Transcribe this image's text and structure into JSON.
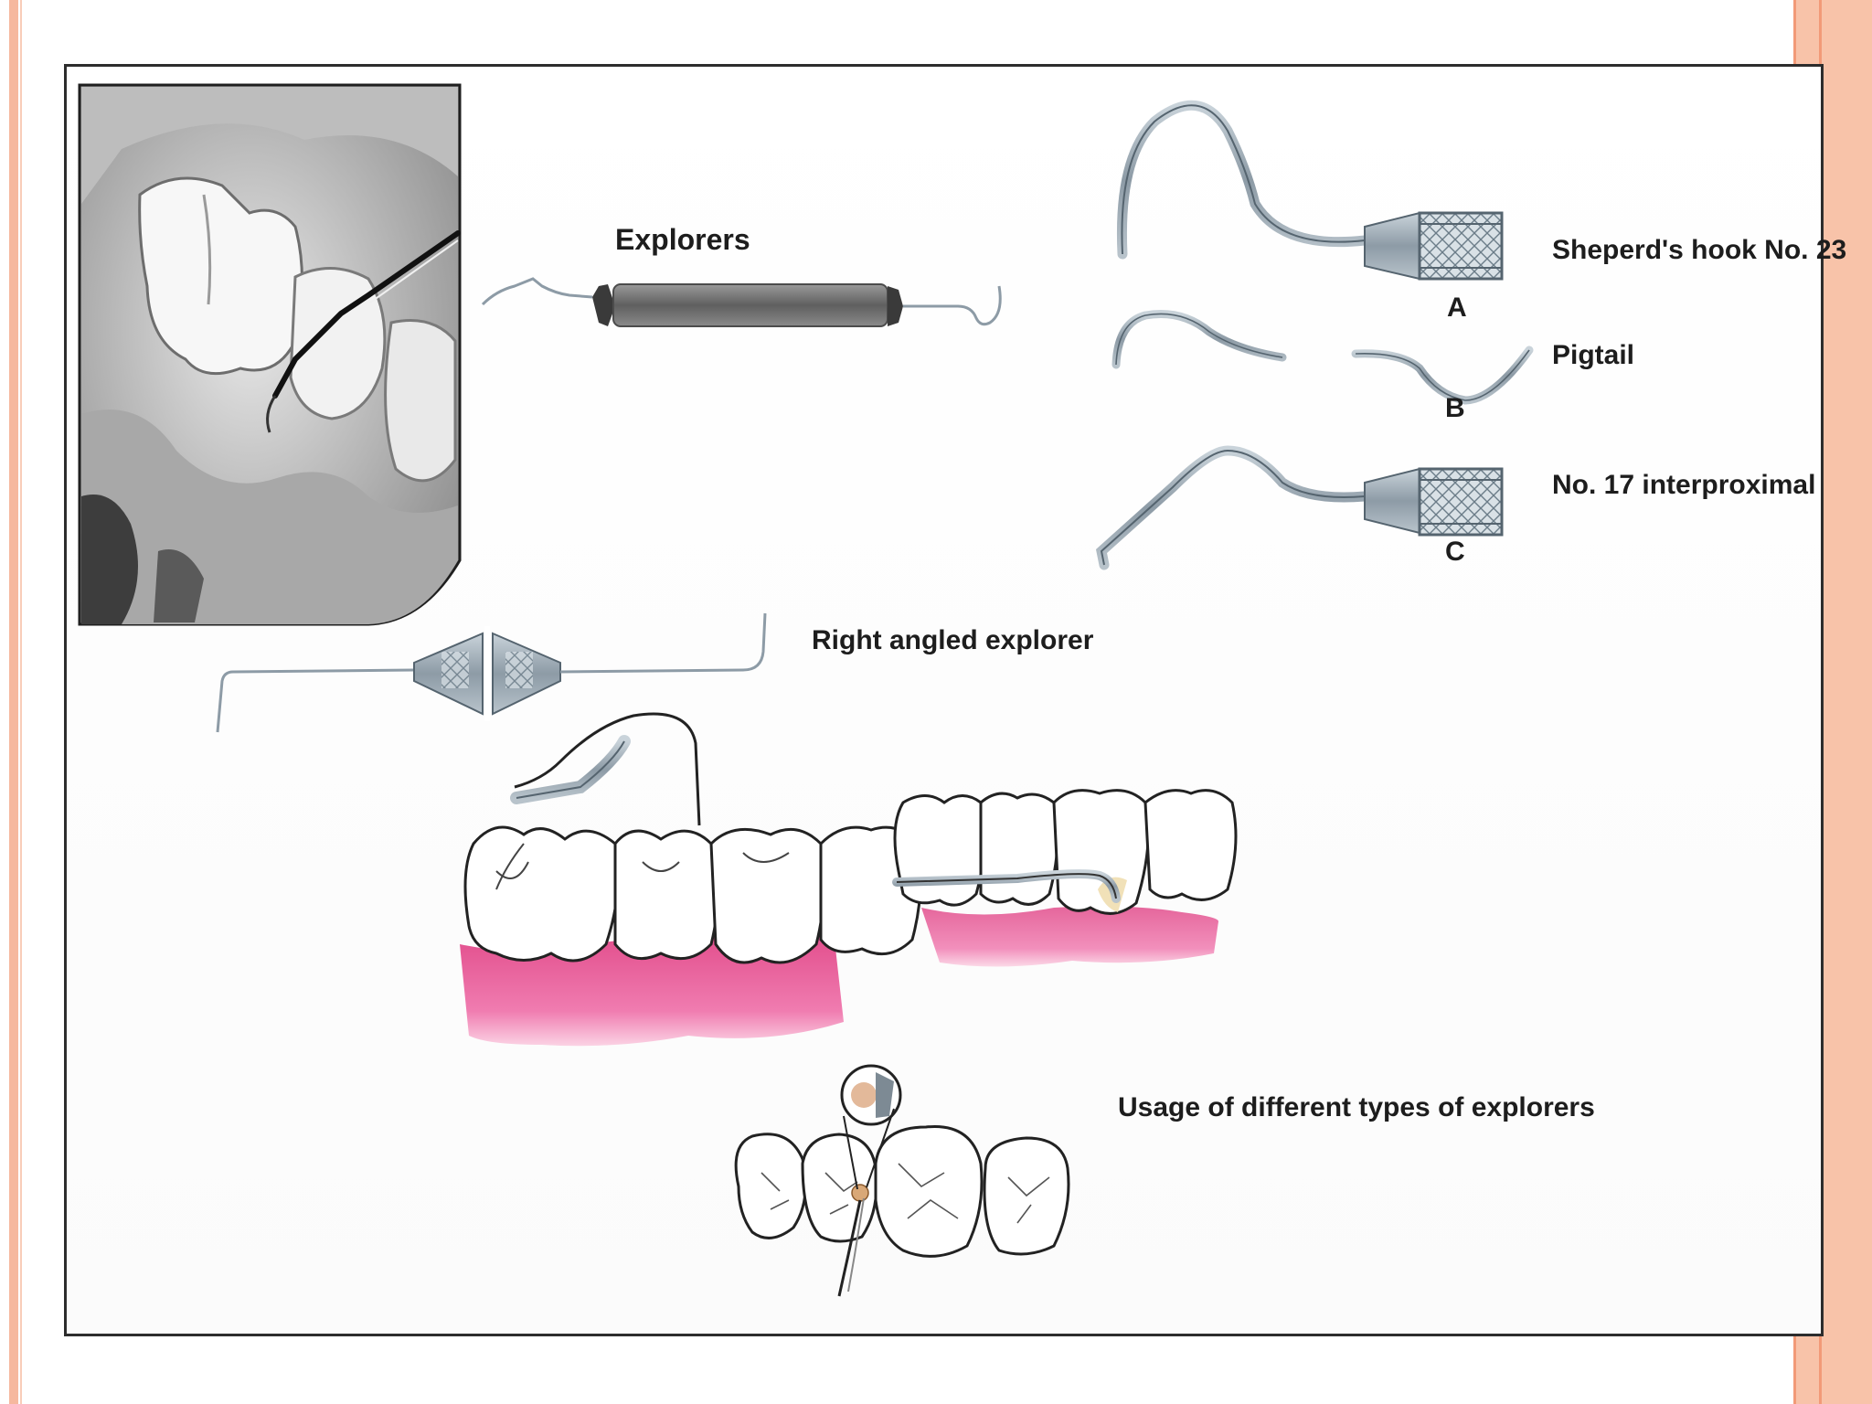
{
  "labels": {
    "explorers": "Explorers",
    "shepherds_hook": "Sheperd's hook No. 23",
    "letter_a": "A",
    "pigtail": "Pigtail",
    "letter_b": "B",
    "interproximal": "No. 17 interproximal",
    "letter_c": "C",
    "right_angled": "Right angled explorer",
    "usage": "Usage of different types of explorers"
  },
  "colors": {
    "frame_border": "#2d2d2d",
    "slide_accent": "#f6b89e",
    "gum_pink": "#e55a96",
    "instrument_steel": "#8d9ba6",
    "label_text": "#1d1d1d"
  }
}
